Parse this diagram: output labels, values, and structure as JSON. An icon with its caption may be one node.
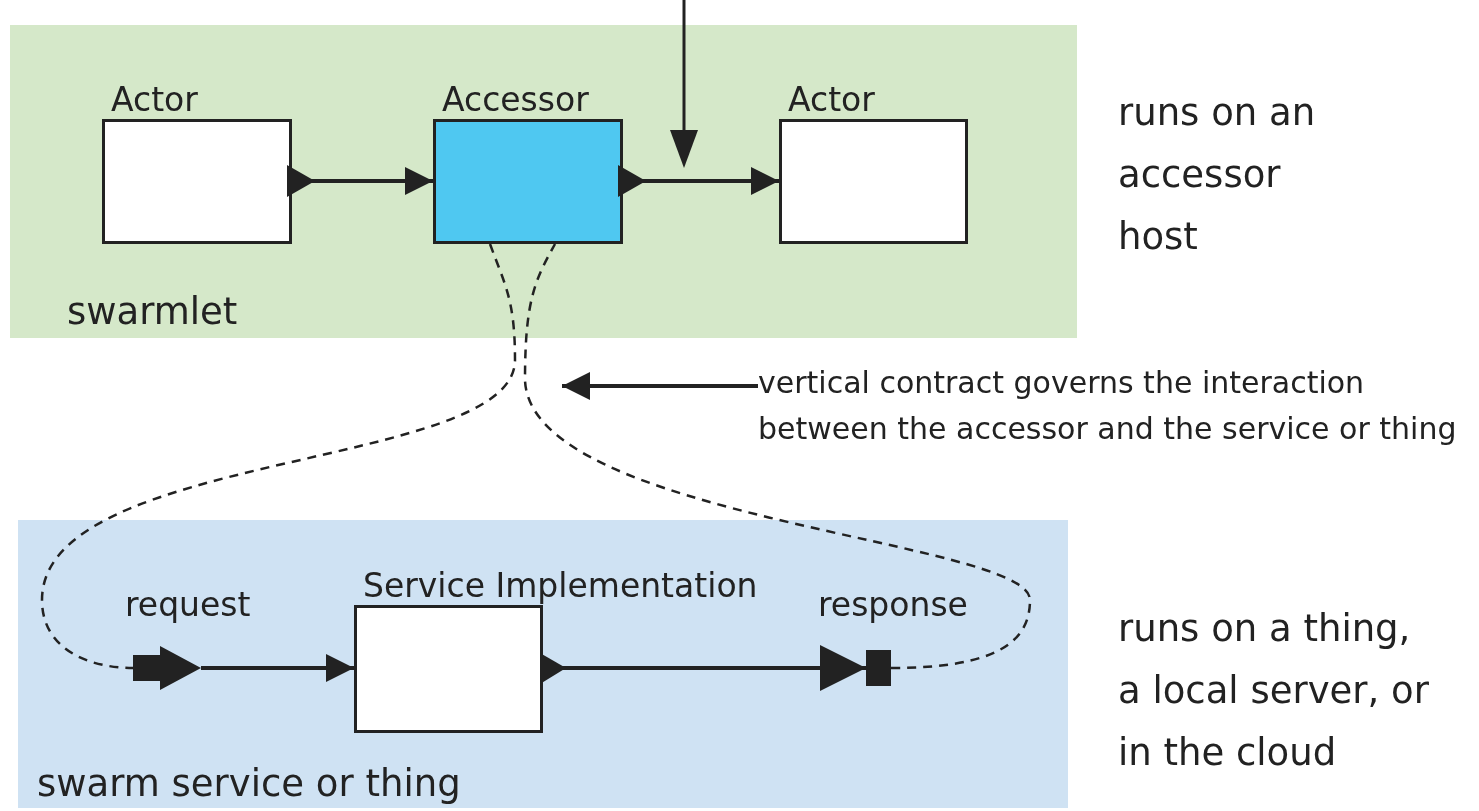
{
  "diagram": {
    "nodes": [
      {
        "text": [
          "swarmlet"
        ]
      },
      {
        "text": [
          "Actor"
        ],
        "in": 0
      },
      {
        "text": [
          "Accessor"
        ],
        "in": 0
      },
      {
        "text": [
          "Actor"
        ],
        "in": 0
      },
      {
        "text": [
          "vertical contract governs the interaction between the accessor and the service or thing"
        ]
      },
      {
        "text": [
          "swarm service or thing"
        ]
      },
      {
        "text": [],
        "shape": "box",
        "beside": [
          "request"
        ],
        "in": 5
      },
      {
        "text": [
          "Service Implementation"
        ],
        "in": 5
      },
      {
        "text": [],
        "shape": "bar",
        "beside": [
          "response"
        ],
        "in": 5
      }
    ],
    "edges": [
      {
        "from": 1,
        "to": 2,
        "arrow": "to"
      },
      {
        "from": 2,
        "to": 3,
        "arrow": "to"
      },
      {
        "from": 4,
        "to": null,
        "arrow": "to"
      },
      {
        "from": 2,
        "to": 6,
        "arrow": "none",
        "style": "dashed"
      },
      {
        "from": 8,
        "to": 2,
        "arrow": "none",
        "style": "dashed"
      },
      {
        "from": 6,
        "to": 7,
        "arrow": "to"
      },
      {
        "from": 7,
        "to": 8,
        "arrow": "to"
      }
    ],
    "labels": [
      "runs on an accessor host",
      "runs on a thing, a local server, or in the cloud"
    ]
  }
}
